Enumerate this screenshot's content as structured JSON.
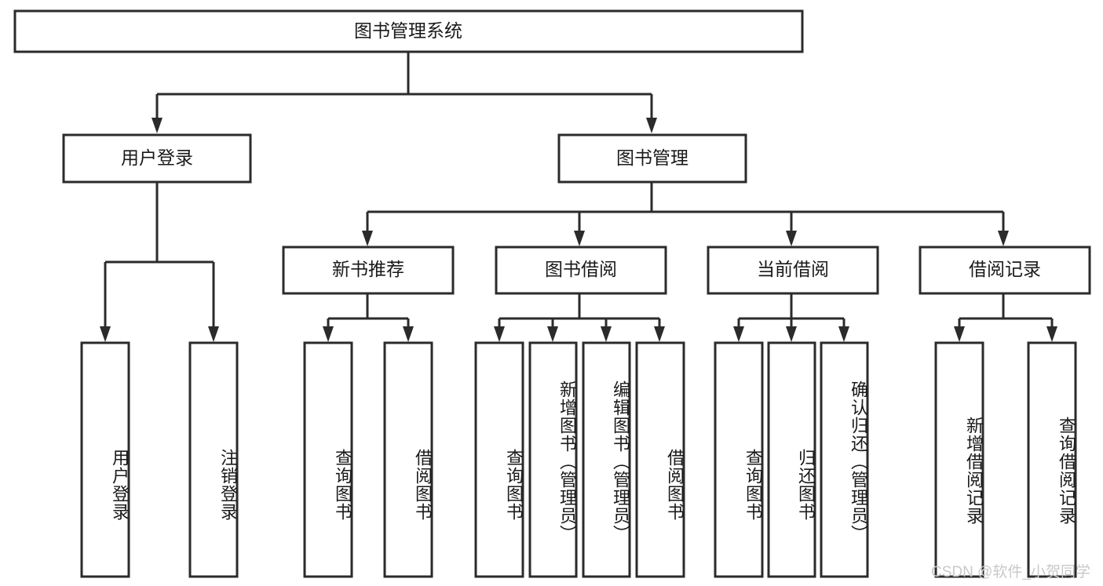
{
  "diagram": {
    "type": "tree-hierarchy-chart",
    "title": "图书管理系统",
    "watermark": "CSDN @软件_小贺同学",
    "colors": {
      "box_fill": "#ffffff",
      "box_stroke": "#2b2b2b",
      "text": "#1a1a1a",
      "watermark": "#c9c9c9",
      "background": "#ffffff"
    },
    "root": {
      "label": "图书管理系统"
    },
    "level2": [
      {
        "label": "用户登录"
      },
      {
        "label": "图书管理"
      }
    ],
    "level3": [
      {
        "label": "新书推荐"
      },
      {
        "label": "图书借阅"
      },
      {
        "label": "当前借阅"
      },
      {
        "label": "借阅记录"
      }
    ],
    "leaves": {
      "user_login": [
        {
          "label": "用户登录"
        },
        {
          "label": "注销登录"
        }
      ],
      "new_book_recommend": [
        {
          "label": "查询图书"
        },
        {
          "label": "借阅图书"
        }
      ],
      "book_borrow": [
        {
          "label": "查询图书"
        },
        {
          "label": "新增图书（管理员）"
        },
        {
          "label": "编辑图书（管理员）"
        },
        {
          "label": "借阅图书"
        }
      ],
      "current_borrow": [
        {
          "label": "查询图书"
        },
        {
          "label": "归还图书"
        },
        {
          "label": "确认归还（管理员）"
        }
      ],
      "borrow_record": [
        {
          "label": "新增借阅记录"
        },
        {
          "label": "查询借阅记录"
        }
      ]
    }
  }
}
